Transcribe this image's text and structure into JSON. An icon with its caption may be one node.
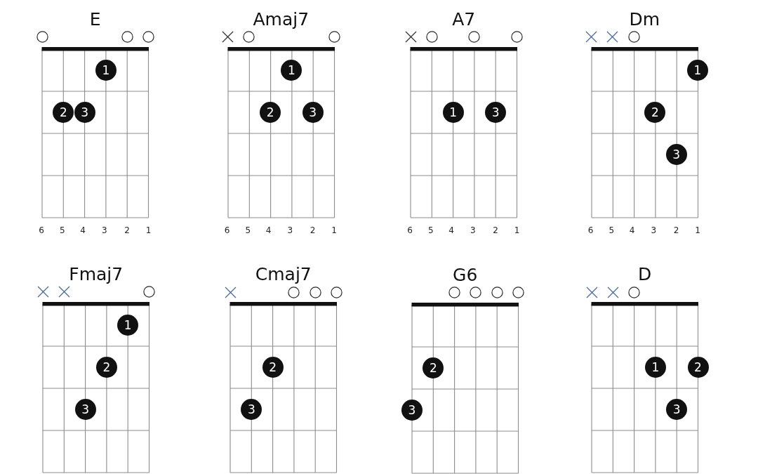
{
  "diagram": {
    "nodes": [
      {
        "text": [
          "E"
        ]
      },
      {
        "text": [
          "1"
        ],
        "in": 0
      },
      {
        "text": [
          "2"
        ],
        "in": 0
      },
      {
        "text": [
          "3"
        ],
        "in": 0
      },
      {
        "text": [
          "Amaj7"
        ]
      },
      {
        "text": [
          "1"
        ],
        "in": 4
      },
      {
        "text": [
          "2"
        ],
        "in": 4
      },
      {
        "text": [
          "3"
        ],
        "in": 4
      },
      {
        "text": [
          "A7"
        ]
      },
      {
        "text": [
          "1"
        ],
        "in": 8
      },
      {
        "text": [
          "3"
        ],
        "in": 8
      },
      {
        "text": [
          "Dm"
        ]
      },
      {
        "text": [
          "1"
        ],
        "in": 11
      },
      {
        "text": [
          "2"
        ],
        "in": 11
      },
      {
        "text": [
          "3"
        ],
        "in": 11
      },
      {
        "text": [
          "Fmaj7"
        ]
      },
      {
        "text": [
          "1"
        ],
        "in": 15
      },
      {
        "text": [
          "2"
        ],
        "in": 15
      },
      {
        "text": [
          "3"
        ],
        "in": 15
      },
      {
        "text": [
          "Cmaj7"
        ]
      },
      {
        "text": [
          "2"
        ],
        "in": 19
      },
      {
        "text": [
          "3"
        ],
        "in": 19
      },
      {
        "text": [
          "G6"
        ]
      },
      {
        "text": [
          "2"
        ],
        "in": 22
      },
      {
        "text": [
          "3"
        ],
        "in": 22
      },
      {
        "text": [
          "D"
        ]
      },
      {
        "text": [
          "1"
        ],
        "in": 25
      },
      {
        "text": [
          "2"
        ],
        "in": 25
      },
      {
        "text": [
          "3"
        ],
        "in": 25
      }
    ],
    "labels": [
      "6",
      "5",
      "4",
      "3",
      "2",
      "1",
      "6",
      "5",
      "4",
      "3",
      "2",
      "1",
      "6",
      "5",
      "4",
      "3",
      "2",
      "1",
      "6",
      "5",
      "4",
      "3",
      "2",
      "1"
    ]
  }
}
